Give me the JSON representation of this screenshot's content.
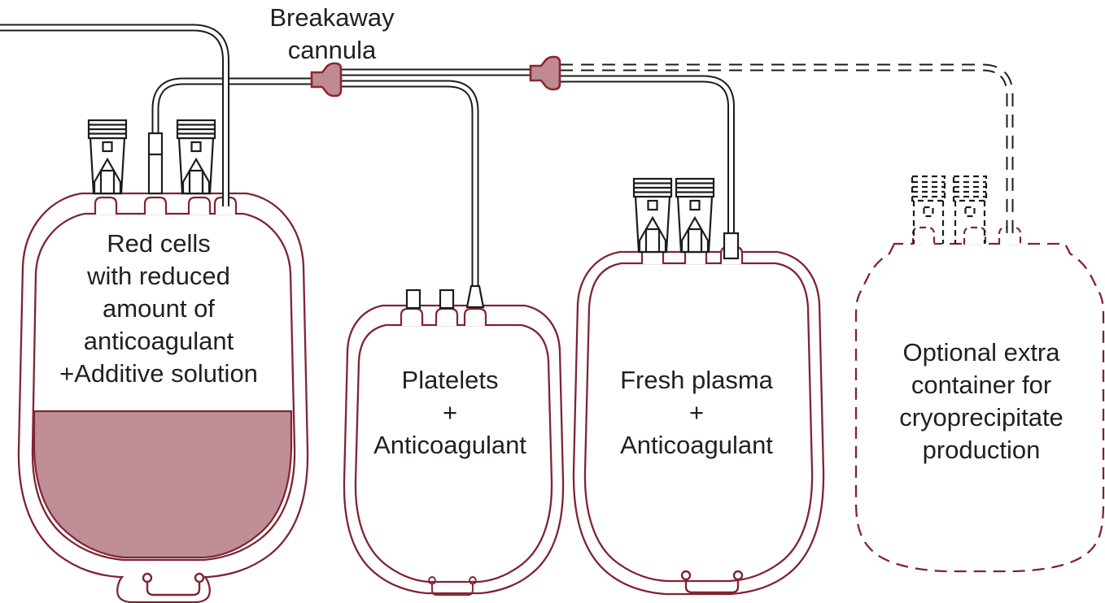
{
  "figure": {
    "description": "Quadruple blood collection bag system with breakaway cannula",
    "background_color": "#ffffff"
  },
  "colors": {
    "bag_outline": "#7f2433",
    "tubing": "#1c1c1c",
    "blood_fill": "#bf8e96",
    "cannula_fill": "#c08a92",
    "cannula_outline": "#8b2533",
    "label_text": "#231f20"
  },
  "annotations": {
    "breakaway_cannula": "Breakaway\ncannula"
  },
  "bags": [
    {
      "id": "red-cells",
      "label": "Red cells\nwith reduced\namount of\nanticoagulant\n+Additive solution",
      "outline_style": "solid",
      "contents": "partially filled",
      "port_caps": 2
    },
    {
      "id": "platelets",
      "label": "Platelets\n+\nAnticoagulant",
      "outline_style": "solid",
      "contents": "empty",
      "port_stubs": 2
    },
    {
      "id": "fresh-plasma",
      "label": "Fresh plasma\n+\nAnticoagulant",
      "outline_style": "solid",
      "contents": "empty",
      "port_caps": 2
    },
    {
      "id": "optional-cryo",
      "label": "Optional extra\ncontainer for\ncryoprecipitate\nproduction",
      "outline_style": "dashed",
      "contents": "empty",
      "port_caps": 2
    }
  ],
  "connectors": [
    {
      "id": "breakaway-cannula-1"
    },
    {
      "id": "breakaway-cannula-2"
    }
  ]
}
